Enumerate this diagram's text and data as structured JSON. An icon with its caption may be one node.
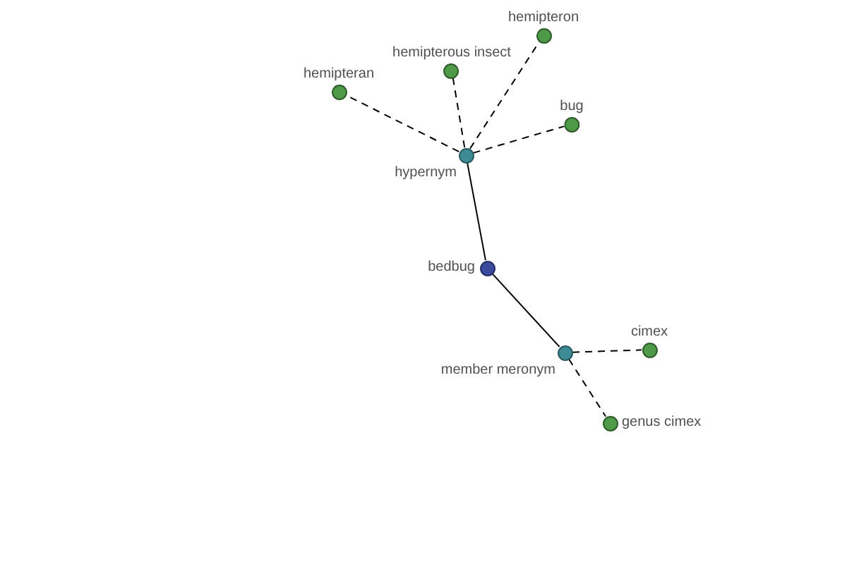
{
  "diagram": {
    "nodes": [
      {
        "text": [
          "hemipteron"
        ]
      },
      {
        "text": [
          "hemipteran"
        ]
      },
      {
        "text": [
          "hemipterous insect"
        ]
      },
      {
        "text": [
          "bug"
        ]
      },
      {
        "text": [
          "hypernym"
        ]
      },
      {
        "text": [
          "bedbug"
        ]
      },
      {
        "text": [
          "member meronym"
        ]
      },
      {
        "text": [
          "cimex"
        ]
      },
      {
        "text": [
          "genus cimex"
        ]
      }
    ],
    "edges": [
      {
        "from": 4,
        "to": 0,
        "arrow": "none",
        "style": "dashed"
      },
      {
        "from": 4,
        "to": 1,
        "arrow": "none",
        "style": "dashed"
      },
      {
        "from": 4,
        "to": 2,
        "arrow": "none",
        "style": "dashed"
      },
      {
        "from": 4,
        "to": 3,
        "arrow": "none",
        "style": "dashed"
      },
      {
        "from": 5,
        "to": 4,
        "arrow": "none"
      },
      {
        "from": 5,
        "to": 6,
        "arrow": "none"
      },
      {
        "from": 6,
        "to": 7,
        "arrow": "none",
        "style": "dashed"
      },
      {
        "from": 6,
        "to": 8,
        "arrow": "none",
        "style": "dashed"
      }
    ]
  }
}
